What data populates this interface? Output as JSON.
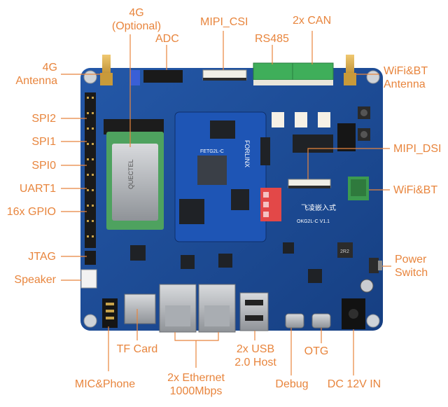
{
  "labels": {
    "g4_line1": "4G",
    "g4_line2": "(Optional)",
    "adc": "ADC",
    "mipi_csi": "MIPI_CSI",
    "rs485": "RS485",
    "can": "2x CAN",
    "antenna4g_line1": "4G",
    "antenna4g_line2": "Antenna",
    "wifibt_antenna_line1": "WiFi&BT",
    "wifibt_antenna_line2": "Antenna",
    "spi2": "SPI2",
    "spi1": "SPI1",
    "spi0": "SPI0",
    "uart1": "UART1",
    "gpio": "16x GPIO",
    "jtag": "JTAG",
    "speaker": "Speaker",
    "mipi_dsi": "MIPI_DSI",
    "wifibt": "WiFi&BT",
    "power_line1": "Power",
    "power_line2": "Switch",
    "tf_card": "TF Card",
    "mic_phone": "MIC&Phone",
    "ethernet_line1": "2x Ethernet",
    "ethernet_line2": "1000Mbps",
    "usb_line1": "2x USB",
    "usb_line2": "2.0 Host",
    "otg": "OTG",
    "debug": "Debug",
    "dc_in": "DC 12V IN"
  },
  "board_text": {
    "brand": "FORLINX",
    "brand_cn": "飞凌嵌入式",
    "model": "OKG2L-C V1.1",
    "module_brand": "QUECTEL",
    "som_model": "FETG2L-C",
    "inductor": "2R2"
  },
  "colors": {
    "label": "#e8853d",
    "board": "#1d4f9e",
    "pcb_dark": "#163f82",
    "connector_green": "#3fae5a",
    "connector_metal": "#b9bcc0"
  }
}
